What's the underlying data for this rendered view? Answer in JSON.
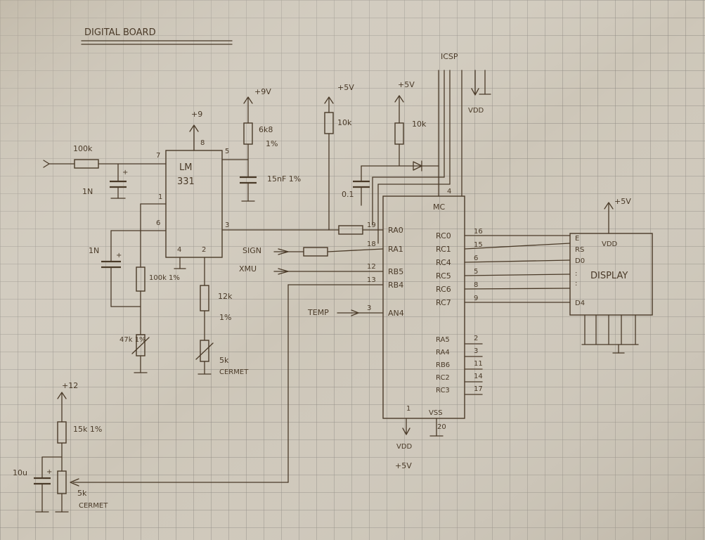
{
  "title": "DIGITAL BOARD",
  "lm331": {
    "name": "LM",
    "number": "331",
    "pins": {
      "p7": "7",
      "p8": "8",
      "p5": "5",
      "p1": "1",
      "p6": "6",
      "p3": "3",
      "p4": "4",
      "p2": "2"
    }
  },
  "mcu": {
    "pin_mc": "MC",
    "pin_mc_num": "4",
    "left_pins": [
      {
        "num": "19",
        "label": "RA0"
      },
      {
        "num": "18",
        "label": "RA1"
      },
      {
        "num": "12",
        "label": "RB5"
      },
      {
        "num": "13",
        "label": "RB4"
      },
      {
        "num": "3",
        "label": "AN4"
      }
    ],
    "right_pins": [
      {
        "label": "RC0",
        "num": "16"
      },
      {
        "label": "RC1",
        "num": "15"
      },
      {
        "label": "RC4",
        "num": "6"
      },
      {
        "label": "RC5",
        "num": "5"
      },
      {
        "label": "RC6",
        "num": "8"
      },
      {
        "label": "RC7",
        "num": "9"
      }
    ],
    "spare_pins": [
      {
        "label": "RA5",
        "num": "2"
      },
      {
        "label": "RA4",
        "num": "3"
      },
      {
        "label": "RB6",
        "num": "11"
      },
      {
        "label": "RC2",
        "num": "14"
      },
      {
        "label": "RC3",
        "num": "17"
      }
    ],
    "pin1": "1",
    "vss": "VSS",
    "pin20": "20",
    "vdd": "VDD",
    "vdd_supply": "+5V"
  },
  "display": {
    "title": "DISPLAY",
    "pins": [
      "E",
      "RS",
      "D0",
      ":",
      ":",
      "D4"
    ],
    "vdd": "VDD",
    "supply": "+5V"
  },
  "icsp": {
    "label": "ICSP",
    "vdd": "VDD"
  },
  "components": {
    "r_in": "100k",
    "c_in": "1N",
    "r_6k8": "6k8",
    "r_6k8_tol": "1%",
    "c_15n": "15nF 1%",
    "c_1n": "1N",
    "r_100k": "100k 1%",
    "r_47k": "47k 1%",
    "r_12k": "12k",
    "r_12k_tol": "1%",
    "pot_5k": "5k",
    "pot_5k_type": "CERMET",
    "r_10k_a": "10k",
    "r_10k_b": "10k",
    "c_ic": "0.1",
    "r_15k": "15k 1%",
    "c_10u": "10u",
    "pot_5k_b": "5k",
    "pot_5k_b_type": "CERMET"
  },
  "supplies": {
    "p9": "+9",
    "p9v": "+9V",
    "p5_a": "+5V",
    "p5_b": "+5V",
    "p12": "+12"
  },
  "signals": {
    "sign": "SIGN",
    "xmu": "XMU",
    "temp": "TEMP"
  }
}
